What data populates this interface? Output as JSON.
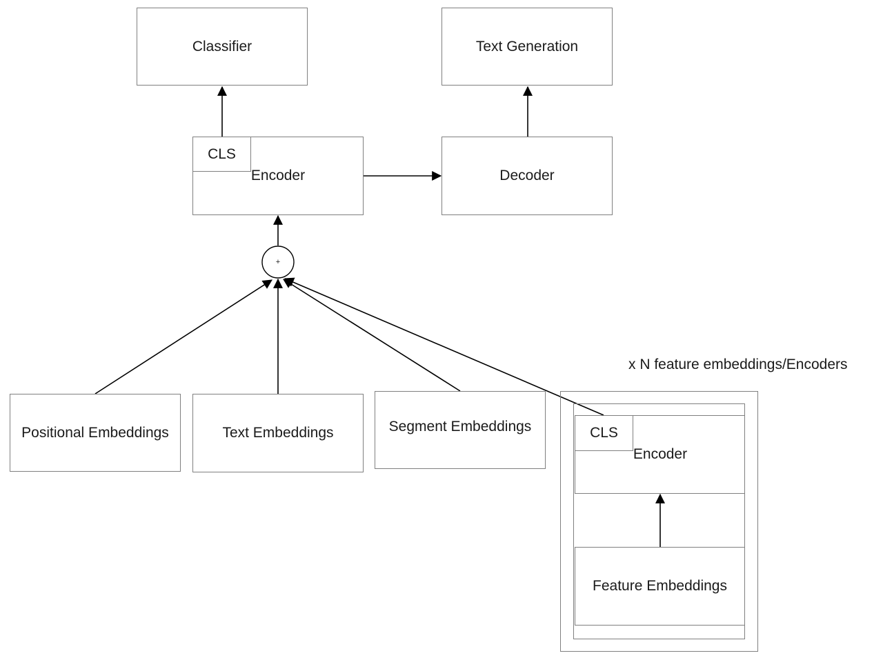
{
  "diagram": {
    "outputs": {
      "classifier": "Classifier",
      "text_generation": "Text Generation"
    },
    "main_encoder": {
      "cls": "CLS",
      "label": "Encoder"
    },
    "decoder": "Decoder",
    "combine_node": "+",
    "inputs": {
      "positional": "Positional Embeddings",
      "text": "Text Embeddings",
      "segment": "Segment Embeddings"
    },
    "feature_group": {
      "caption": "x N feature embeddings/Encoders",
      "encoder_cls": "CLS",
      "encoder_label": "Encoder",
      "feature_embeddings": "Feature Embeddings"
    }
  }
}
